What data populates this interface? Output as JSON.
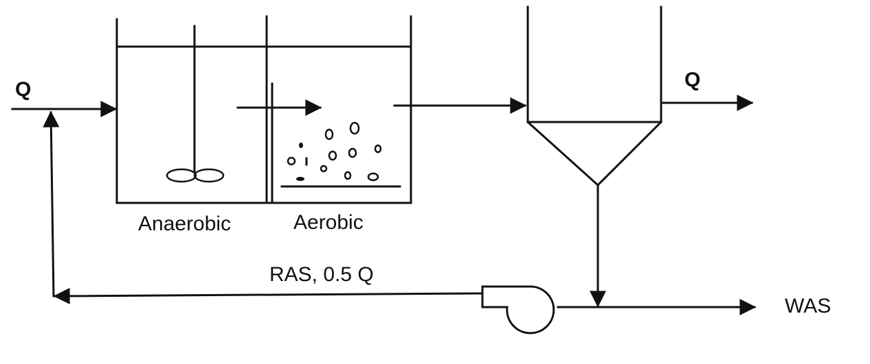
{
  "labels": {
    "influent_flow": "Q",
    "effluent_flow": "Q",
    "anaerobic": "Anaerobic",
    "aerobic": "Aerobic",
    "ras": "RAS, 0.5 Q",
    "was": "WAS"
  },
  "colors": {
    "ink": "#111111",
    "background": "#ffffff"
  }
}
